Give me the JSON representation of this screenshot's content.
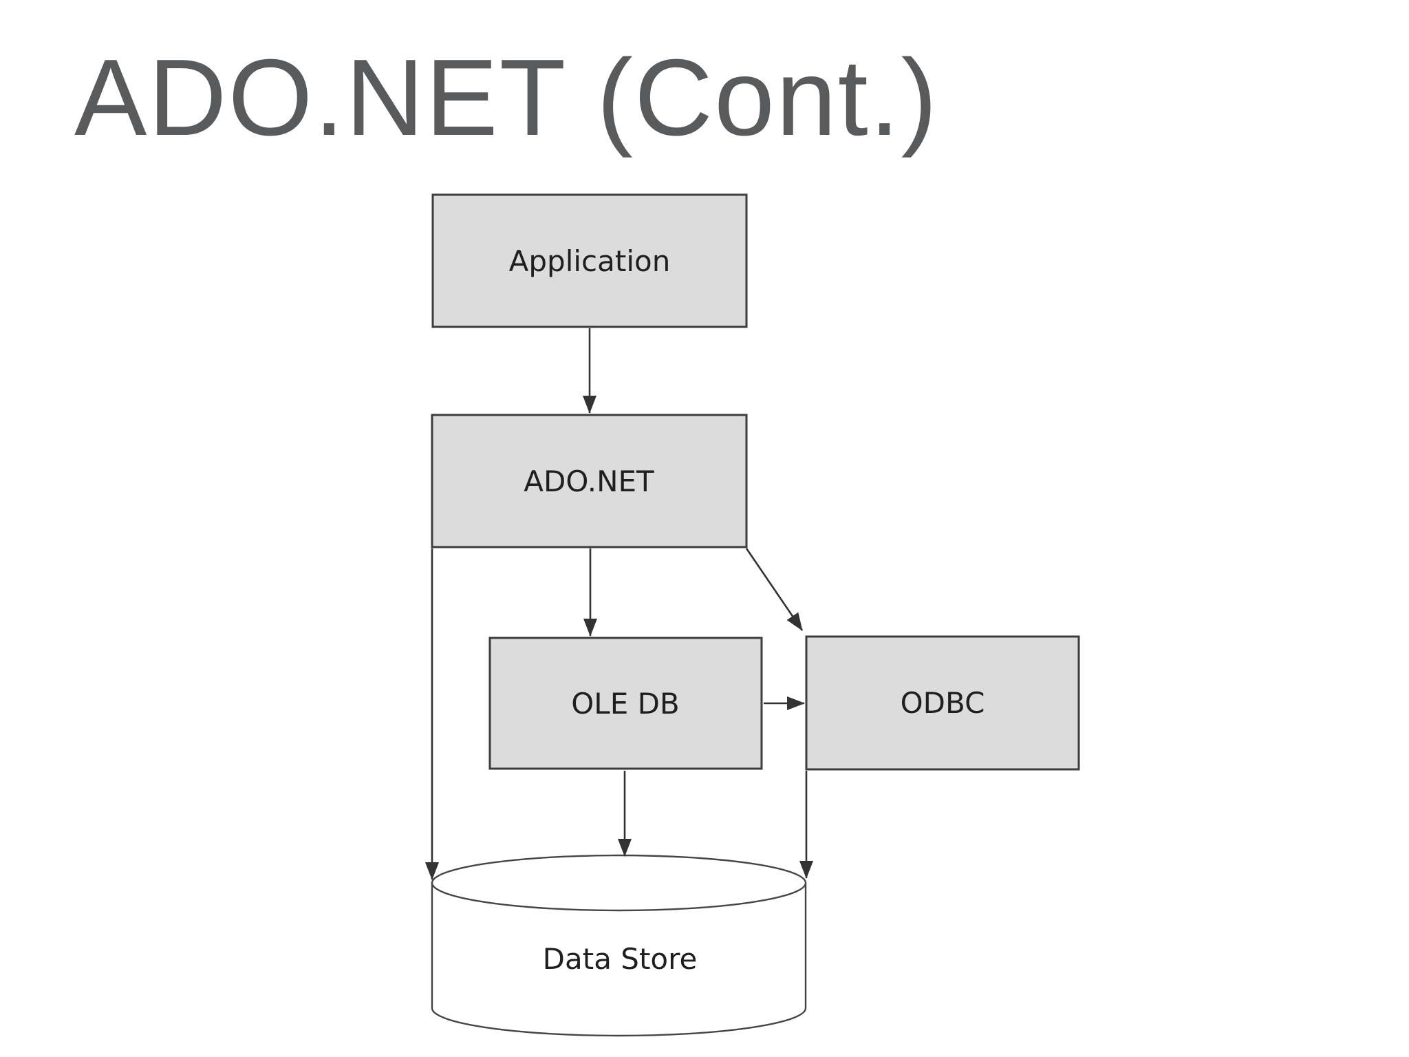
{
  "slide": {
    "title": "ADO.NET (Cont.)"
  },
  "diagram": {
    "nodes": [
      {
        "id": "application",
        "label": "Application",
        "shape": "box"
      },
      {
        "id": "adonet",
        "label": "ADO.NET",
        "shape": "box"
      },
      {
        "id": "oledb",
        "label": "OLE DB",
        "shape": "box"
      },
      {
        "id": "odbc",
        "label": "ODBC",
        "shape": "box"
      },
      {
        "id": "datastore",
        "label": "Data Store",
        "shape": "cylinder"
      }
    ],
    "edges": [
      {
        "from": "Application",
        "to": "ADO.NET",
        "type": "arrow"
      },
      {
        "from": "ADO.NET",
        "to": "OLE DB",
        "type": "arrow"
      },
      {
        "from": "ADO.NET",
        "to": "ODBC",
        "type": "arrow-diagonal"
      },
      {
        "from": "OLE DB",
        "to": "ODBC",
        "type": "arrow"
      },
      {
        "from": "OLE DB",
        "to": "Data Store",
        "type": "arrow"
      },
      {
        "from": "ADO.NET",
        "to": "Data Store",
        "type": "arrow"
      },
      {
        "from": "ODBC",
        "to": "Data Store",
        "type": "arrow"
      }
    ]
  },
  "colors": {
    "background": "#ffffff",
    "title_text": "#595a5c",
    "node_fill": "#dcdcdc",
    "node_border": "#3d3d3d",
    "node_text": "#1f1f1f",
    "edge": "#333333",
    "cylinder_fill": "#ffffff",
    "cylinder_border": "#454545"
  }
}
